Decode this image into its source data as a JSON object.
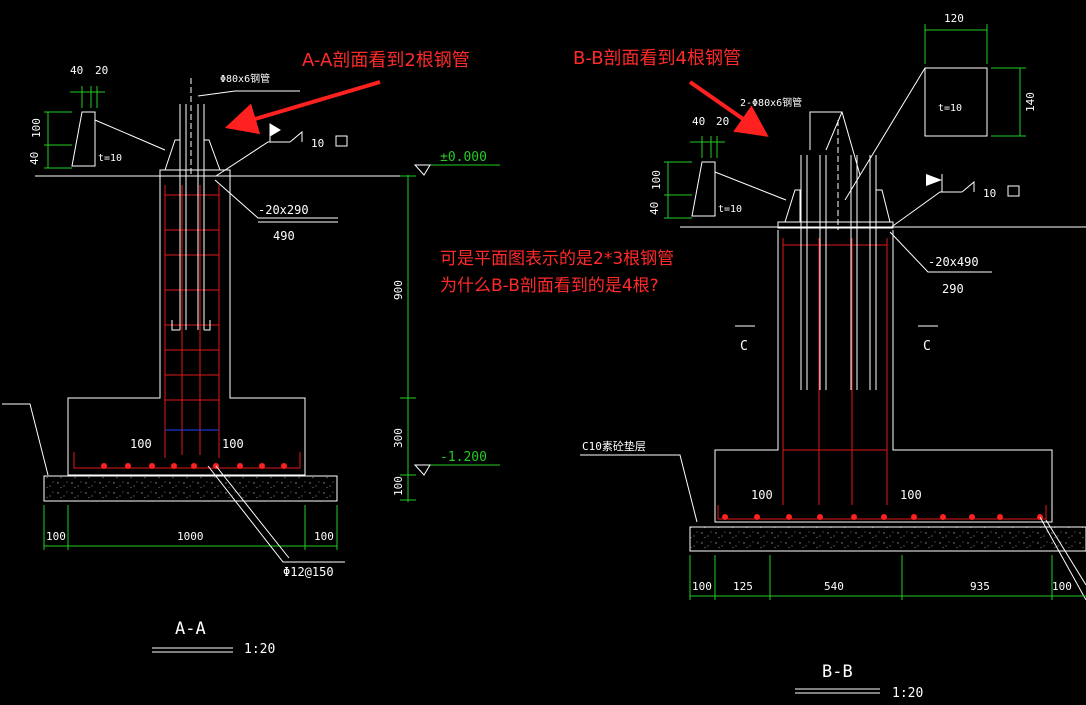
{
  "annotations": {
    "aa_note": "A-A剖面看到2根钢管",
    "bb_note": "B-B剖面看到4根钢管",
    "question_line1": "可是平面图表示的是2*3根钢管",
    "question_line2": "为什么B-B剖面看到的是4根?"
  },
  "section_aa": {
    "title": "A-A",
    "scale": "1:20",
    "dim_40": "40",
    "dim_20": "20",
    "dim_100": "100",
    "dim_40v": "40",
    "t_label": "t=10",
    "pipe_label": "Φ80x6钢管",
    "weld_size": "10",
    "plate_label": "-20x290",
    "plate_len": "490",
    "elev_top": "±0.000",
    "elev_bottom": "-1.200",
    "dim_900": "900",
    "dim_300": "300",
    "dim_100v": "100",
    "cover_left": "100",
    "cover_right": "100",
    "base_left": "100",
    "base_mid": "1000",
    "base_right": "100",
    "rebar_label": "Φ12@150"
  },
  "section_bb": {
    "title": "B-B",
    "scale": "1:20",
    "dim_120": "120",
    "dim_140": "140",
    "t_label_top": "t=10",
    "dim_40": "40",
    "dim_20": "20",
    "dim_100": "100",
    "dim_40v": "40",
    "t_label": "t=10",
    "pipe_label": "2-Φ80x6钢管",
    "weld_size": "10",
    "plate_label": "-20x490",
    "plate_len": "290",
    "cut_c_left": "C",
    "cut_c_right": "C",
    "bed_label": "C10素砼垫层",
    "cover_left": "100",
    "cover_right": "100",
    "base_100": "100",
    "base_125": "125",
    "base_540": "540",
    "base_935": "935",
    "base_100r": "100"
  },
  "colors": {
    "line": "#ffffff",
    "dimension": "#22cc22",
    "rebar": "#e01818",
    "annotation": "#ff2a2a"
  }
}
